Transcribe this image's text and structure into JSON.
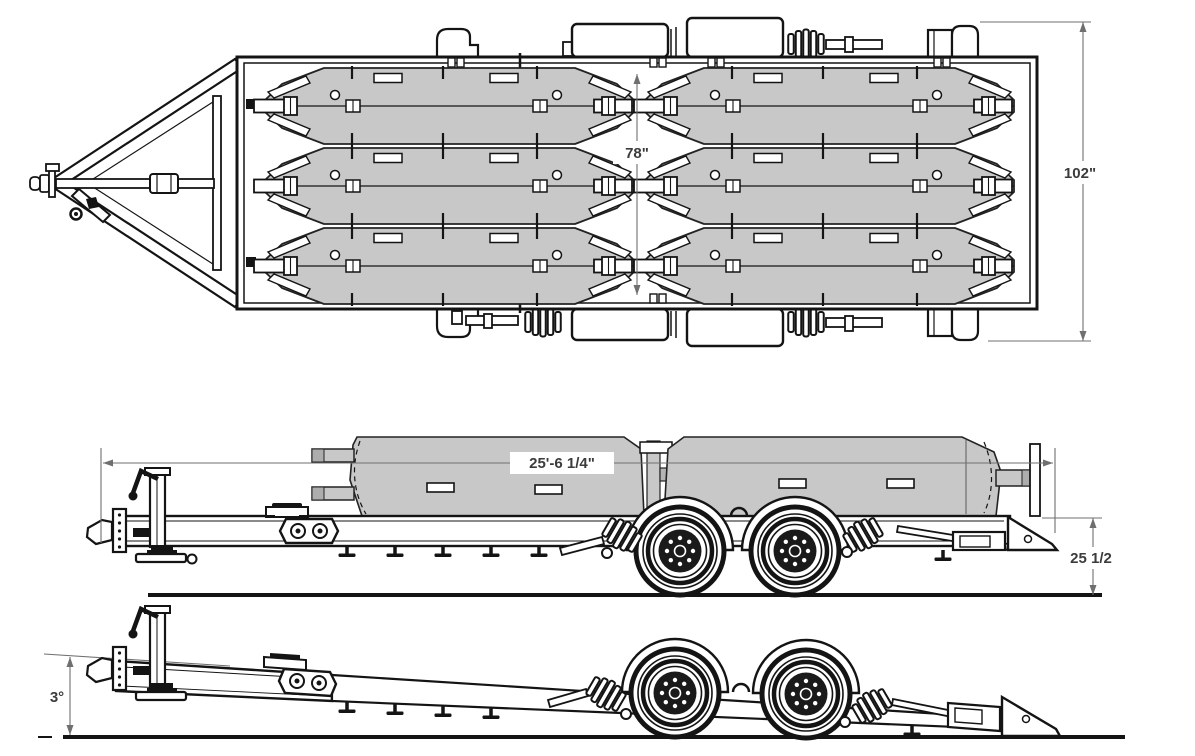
{
  "drawing": {
    "colors": {
      "ink": "#141414",
      "pontoon_fill": "#c8c8c8",
      "dimension_line": "#6f6f6f",
      "dimension_text": "#3c3c3c",
      "background": "#ffffff"
    },
    "top_plan": {
      "inner_width": "78\"",
      "overall_width": "102\""
    },
    "side_loaded": {
      "overall_length": "25'-6 1/4\"",
      "deck_height": "25 1/2"
    },
    "side_tilted": {
      "bed_angle": "3°"
    }
  }
}
